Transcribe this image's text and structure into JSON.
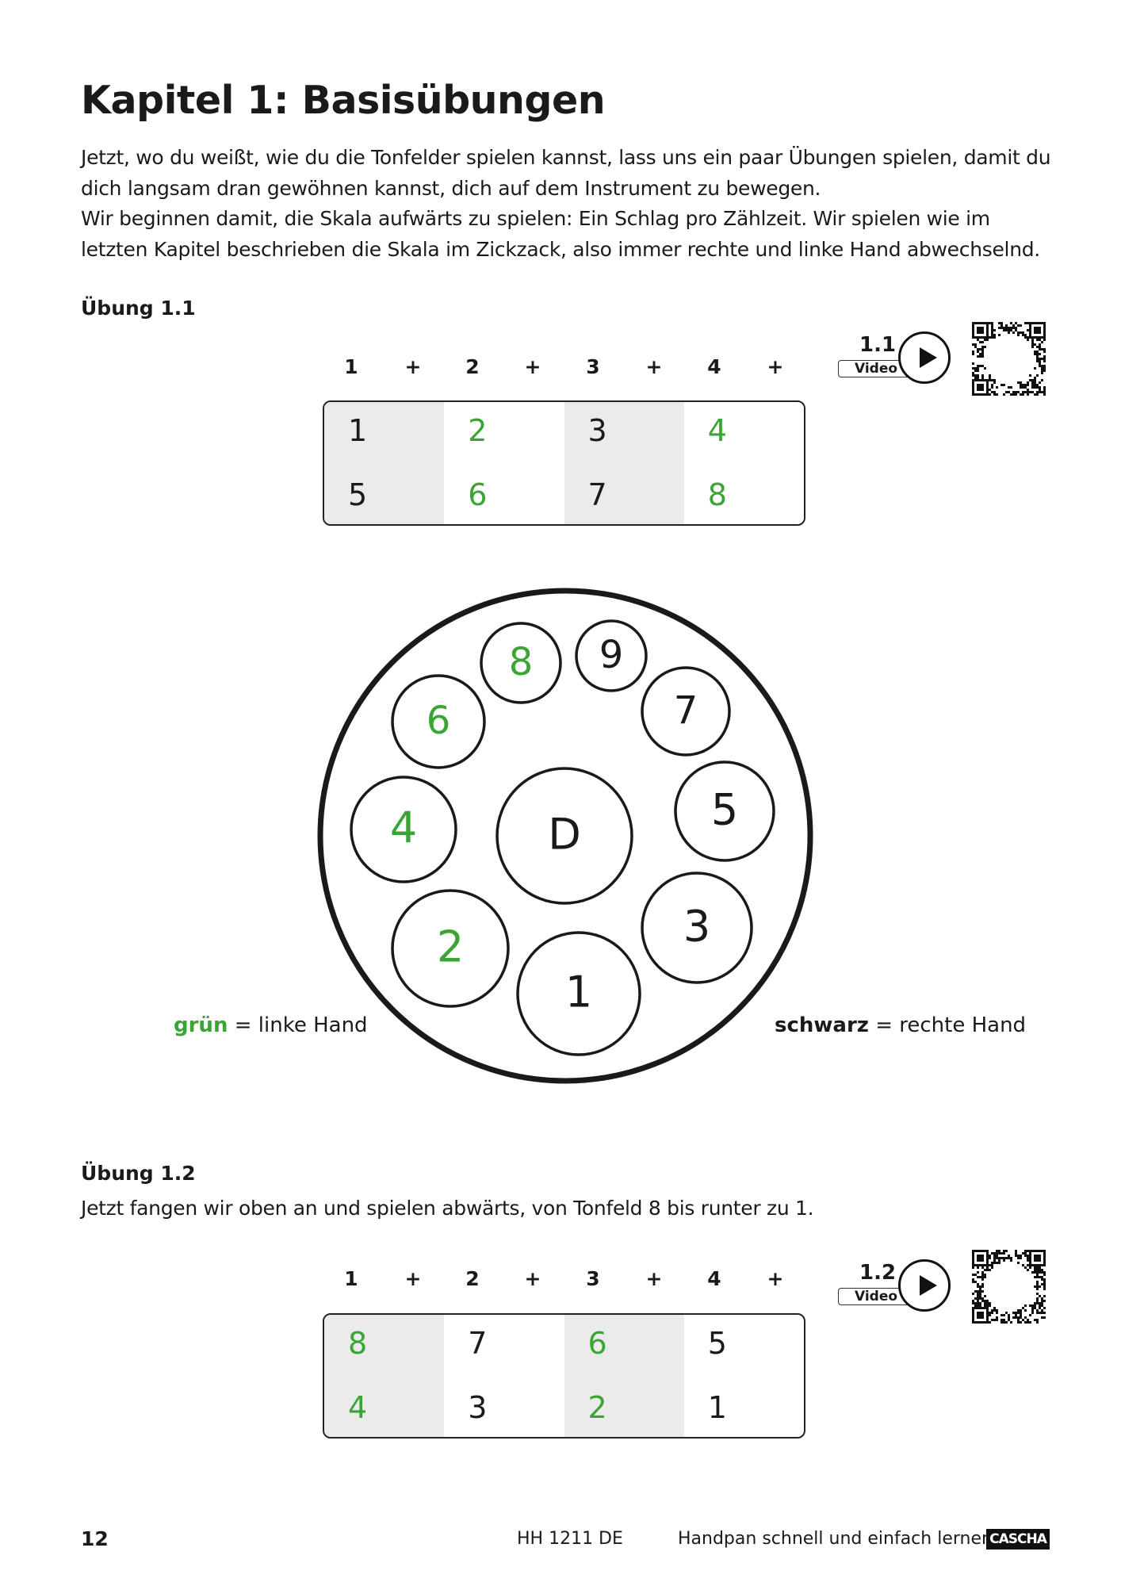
{
  "title": "Kapitel 1: Basisübungen",
  "intro": [
    "Jetzt, wo du weißt, wie du die Tonfelder spielen kannst, lass uns ein paar Übungen spielen, damit du dich langsam dran gewöhnen kannst, dich auf dem Instrument zu bewegen.",
    "Wir beginnen damit, die Skala aufwärts zu spielen: Ein Schlag pro Zählzeit. Wir spielen wie im letzten Kapitel beschrieben die Skala im Zickzack, also immer rechte und linke Hand abwechselnd."
  ],
  "counts": [
    "1",
    "+",
    "2",
    "+",
    "3",
    "+",
    "4",
    "+"
  ],
  "colors": {
    "green": "#3aa535",
    "black": "#1a1a1a"
  },
  "exercise1": {
    "title": "Übung 1.1",
    "video_number": "1.1",
    "video_label": "Video",
    "rows": [
      [
        "1",
        "2",
        "3",
        "4"
      ],
      [
        "5",
        "6",
        "7",
        "8"
      ]
    ],
    "green": [
      [
        false,
        true,
        false,
        true
      ],
      [
        false,
        true,
        false,
        true
      ]
    ]
  },
  "diagram": {
    "fields": [
      {
        "label": "8",
        "hand": "left"
      },
      {
        "label": "9",
        "hand": "right"
      },
      {
        "label": "7",
        "hand": "right"
      },
      {
        "label": "6",
        "hand": "left"
      },
      {
        "label": "4",
        "hand": "left"
      },
      {
        "label": "D",
        "hand": "right"
      },
      {
        "label": "5",
        "hand": "right"
      },
      {
        "label": "2",
        "hand": "left"
      },
      {
        "label": "3",
        "hand": "right"
      },
      {
        "label": "1",
        "hand": "right"
      }
    ],
    "legend_left_key": "grün",
    "legend_left_text": "= linke Hand",
    "legend_right_key": "schwarz",
    "legend_right_text": "= rechte Hand"
  },
  "exercise2": {
    "title": "Übung 1.2",
    "text": "Jetzt fangen wir oben an und spielen abwärts, von Tonfeld 8 bis runter zu 1.",
    "video_number": "1.2",
    "video_label": "Video",
    "rows": [
      [
        "8",
        "7",
        "6",
        "5"
      ],
      [
        "4",
        "3",
        "2",
        "1"
      ]
    ],
    "green": [
      [
        true,
        false,
        true,
        false
      ],
      [
        true,
        false,
        true,
        false
      ]
    ]
  },
  "footer": {
    "page_number": "12",
    "code": "HH 1211 DE",
    "book_title": "Handpan schnell und einfach lernen",
    "logo": "CASCHA"
  }
}
